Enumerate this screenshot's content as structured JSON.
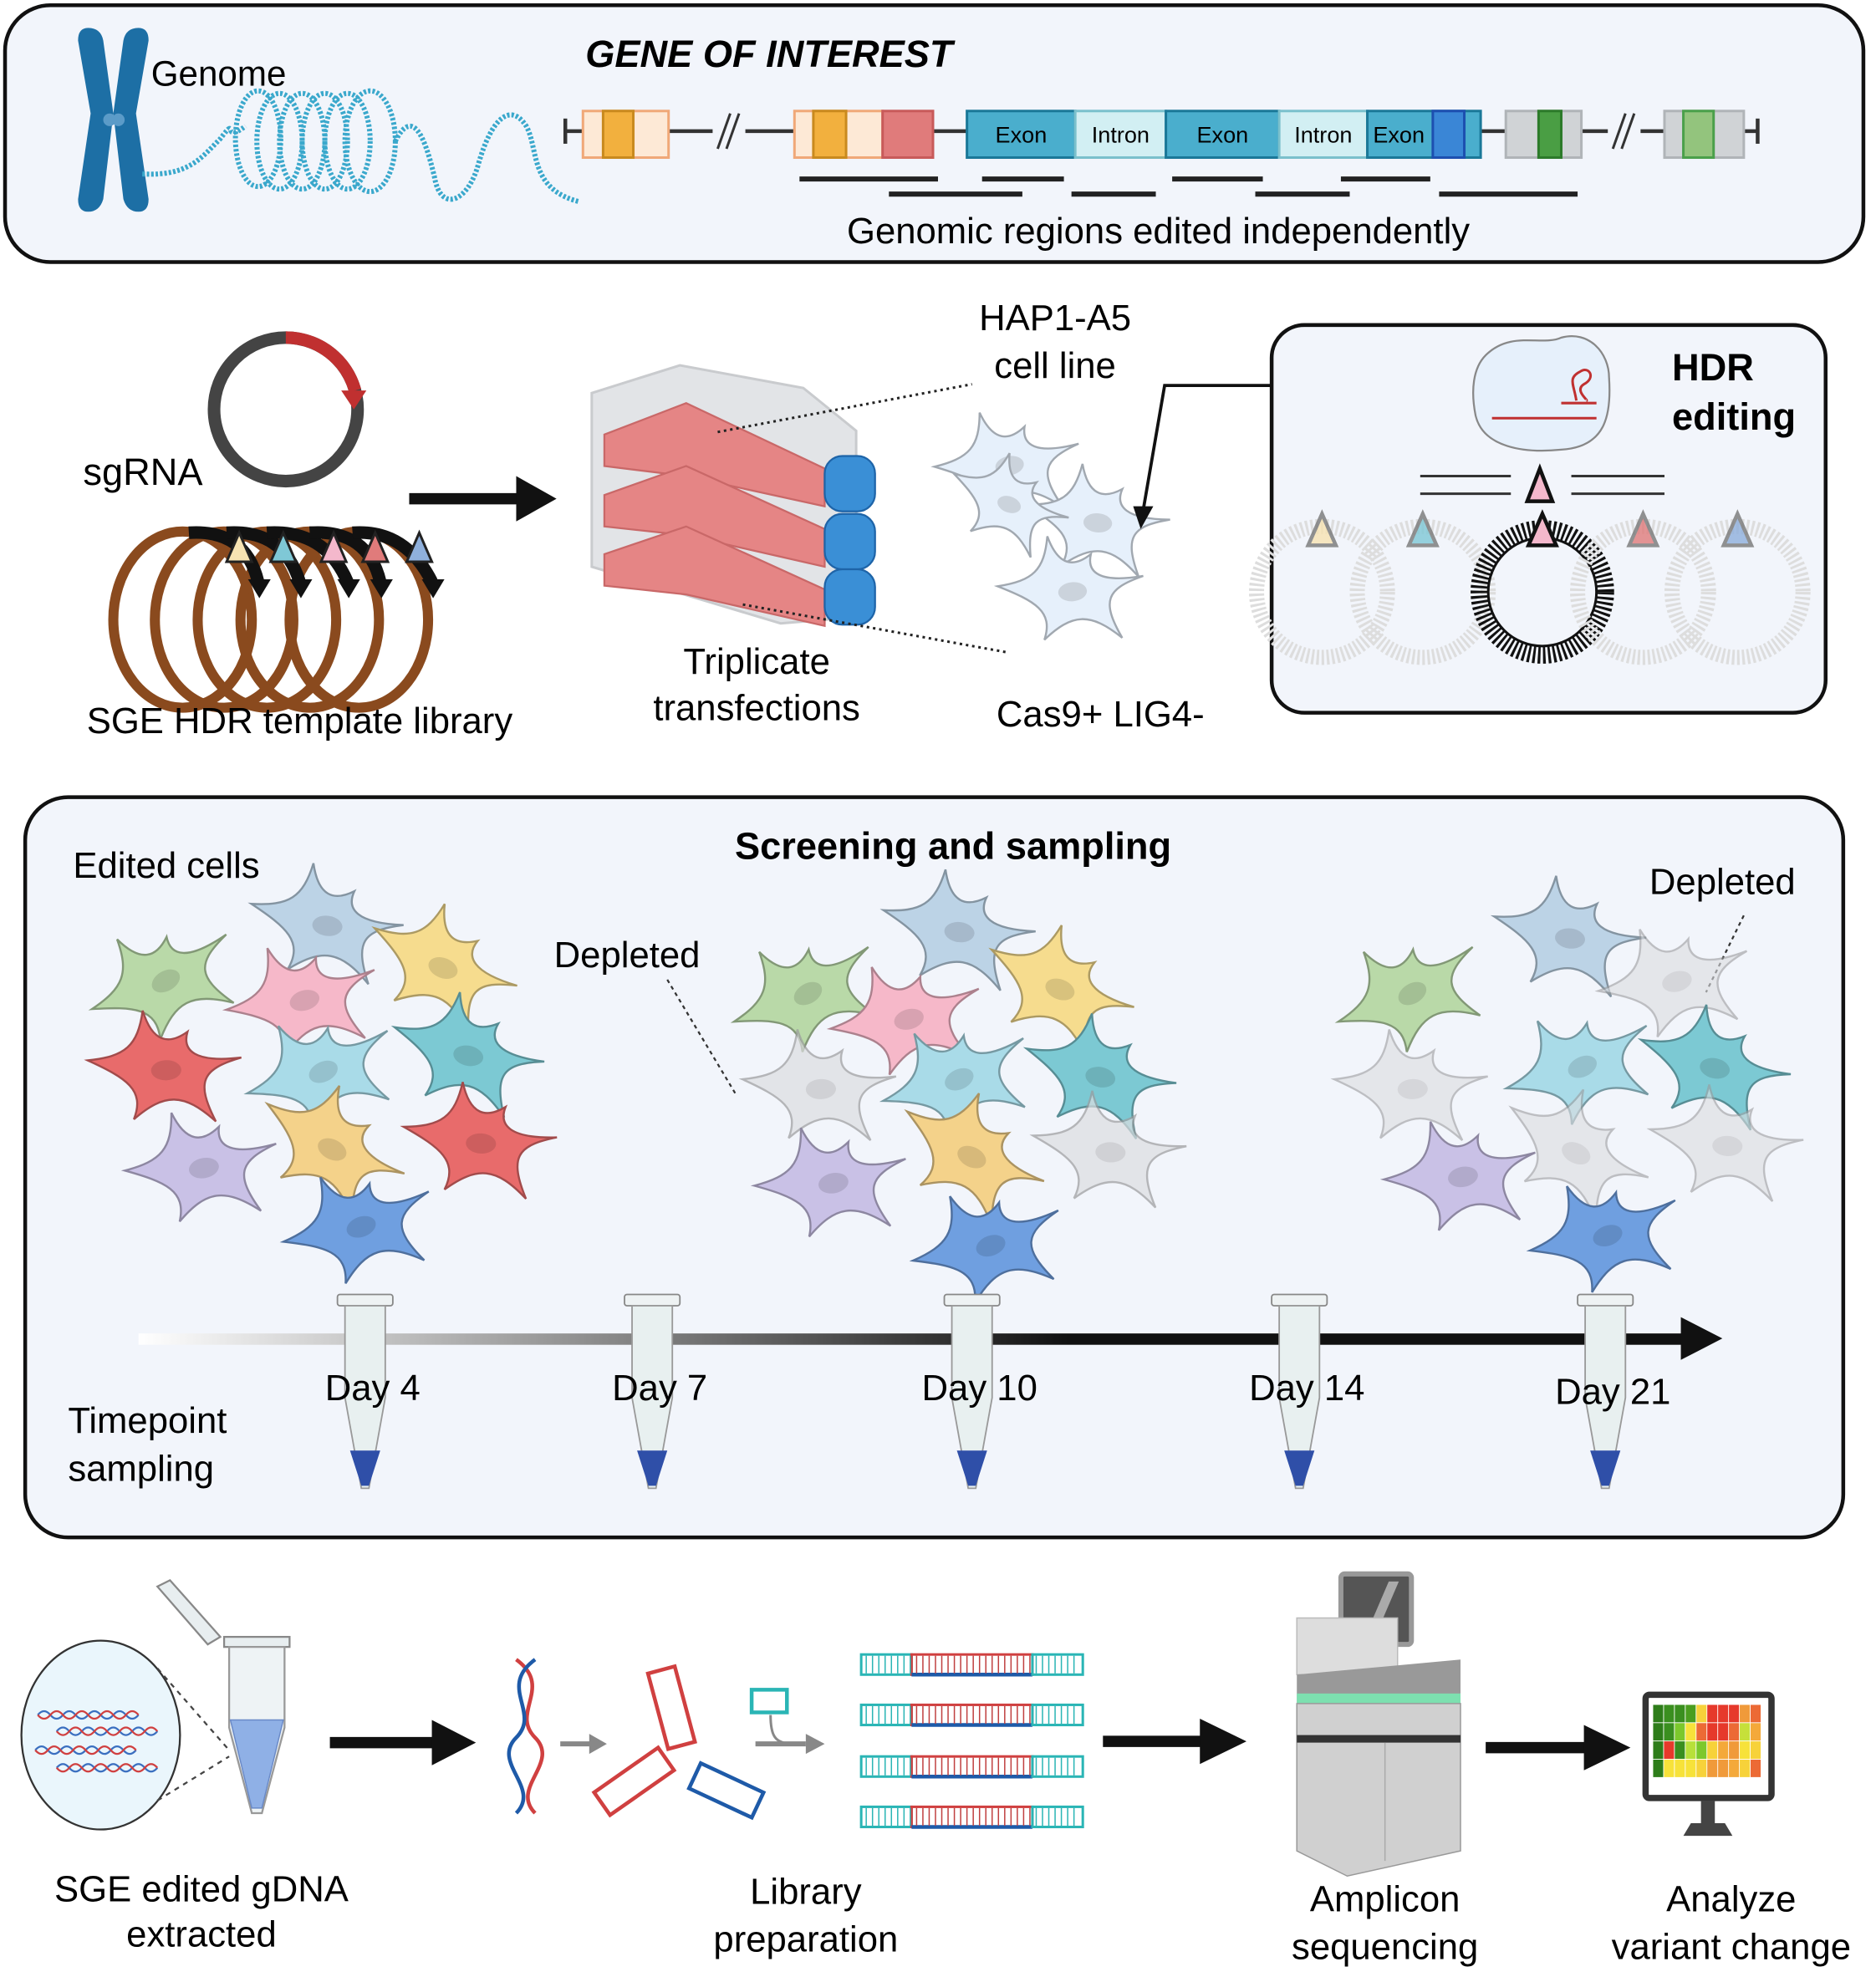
{
  "panel1": {
    "title": "GENE OF INTEREST",
    "genome_label": "Genome",
    "exon_label": "Exon",
    "intron_label": "Intron",
    "caption": "Genomic regions edited independently",
    "colors": {
      "utr_orange": "#f6b14a",
      "utr_light": "#fde9d6",
      "red_exon": "#e07b7b",
      "exon_teal": "#4aaecd",
      "intron_light": "#d2eff3",
      "exon_blue": "#3a86d6",
      "grey_box": "#d0d3d6",
      "green_dark": "#4a9e44",
      "green_light": "#93c47d",
      "chromosome": "#1d6fa5",
      "chromatin": "#3aa8cc"
    }
  },
  "panel2": {
    "sgrna_label": "sgRNA",
    "library_label": "SGE HDR template library",
    "flask_label_line1": "Triplicate",
    "flask_label_line2": "transfections",
    "cellline_line1": "HAP1-A5",
    "cellline_line2": "cell line",
    "genotype_label": "Cas9+ LIG4-",
    "hdr_line1": "HDR",
    "hdr_line2": "editing",
    "variant_colors": [
      "#f7e3b2",
      "#7fc8d6",
      "#f4b8cc",
      "#e07b7b",
      "#8fb0dc"
    ]
  },
  "panel3": {
    "title": "Screening and sampling",
    "edited_label": "Edited cells",
    "depleted_label_1": "Depleted",
    "depleted_label_2": "Depleted",
    "sampling_line1": "Timepoint",
    "sampling_line2": "sampling",
    "timepoints": [
      "Day 4",
      "Day 7",
      "Day 10",
      "Day 14",
      "Day 21"
    ],
    "cell_colors": [
      "#b9d9a8",
      "#bcd3e6",
      "#f6b8c9",
      "#f6dc8e",
      "#e86b6b",
      "#a9dbe8",
      "#7cc9d3",
      "#c9c1e6",
      "#f4d28a",
      "#e86b6b",
      "#6f9fe0"
    ]
  },
  "panel4": {
    "step1_line1": "SGE edited gDNA",
    "step1_line2": "extracted",
    "step2_line1": "Library",
    "step2_line2": "preparation",
    "step3_line1": "Amplicon",
    "step3_line2": "sequencing",
    "step4_line1": "Analyze",
    "step4_line2": "variant change",
    "heatmap_colors": [
      [
        "#2e7d1a",
        "#3a8f1f",
        "#3a8f1f",
        "#4a9e1f",
        "#f7d23a",
        "#e6392b",
        "#e6392b",
        "#e6392b",
        "#f09a3a",
        "#ec6a35"
      ],
      [
        "#2e7d1a",
        "#3a8f1f",
        "#7cc82c",
        "#f7e23a",
        "#ec6a35",
        "#e6392b",
        "#e6392b",
        "#ec6a35",
        "#c6e03a",
        "#f4a93a"
      ],
      [
        "#2e7d1a",
        "#e6392b",
        "#3a8f1f",
        "#b8e03a",
        "#7cc82c",
        "#f7d23a",
        "#f4a93a",
        "#f09a3a",
        "#f7e23a",
        "#f7d23a"
      ],
      [
        "#2e7d1a",
        "#f7e23a",
        "#f7e23a",
        "#f7e23a",
        "#f7d23a",
        "#f09a3a",
        "#f09a3a",
        "#f4a93a",
        "#f7d23a",
        "#ec6a35"
      ]
    ]
  }
}
